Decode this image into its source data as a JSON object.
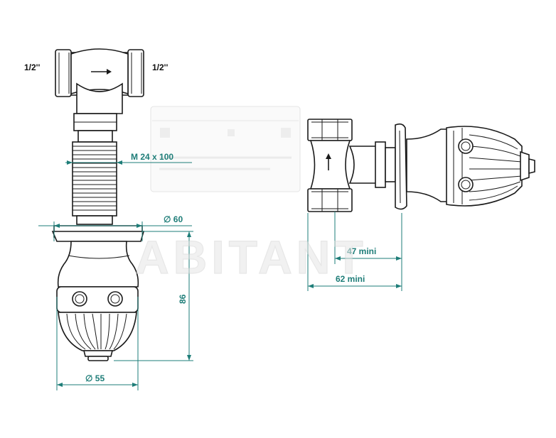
{
  "labels": {
    "inlet_left": "1/2''",
    "inlet_right": "1/2''"
  },
  "dimensions": {
    "thread": "M 24  x 100",
    "flange_diameter": "∅  60",
    "height": "86",
    "knob_diameter": "∅  55",
    "depth_min_1": "47  mini",
    "depth_min_2": "62  mini"
  },
  "watermark": {
    "brand": "ABITANT"
  },
  "colors": {
    "dimension": "#1e7d78",
    "outline": "#1a1a1a"
  }
}
